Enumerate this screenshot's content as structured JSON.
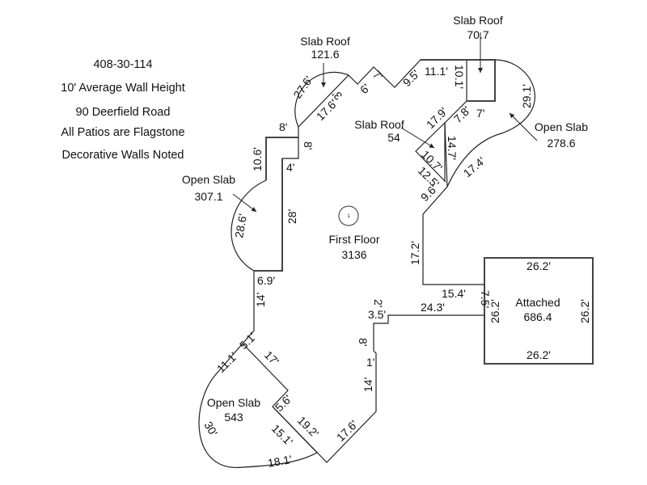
{
  "notes": {
    "parcel_id": "408-30-114",
    "wall_height": "10' Average Wall Height",
    "address": "90 Deerfield Road",
    "patios": "All Patios are Flagstone",
    "decorative": "Decorative Walls Noted"
  },
  "areas": {
    "first_floor": {
      "name": "First Floor",
      "value": "3136"
    },
    "attached": {
      "name": "Attached",
      "value": "686.4"
    },
    "slab_roof_1": {
      "name": "Slab Roof",
      "value": "121.6"
    },
    "slab_roof_2": {
      "name": "Slab Roof",
      "value": "70.7"
    },
    "slab_roof_3": {
      "name": "Slab Roof",
      "value": "54"
    },
    "open_slab_1": {
      "name": "Open Slab",
      "value": "307.1"
    },
    "open_slab_2": {
      "name": "Open Slab",
      "value": "278.6"
    },
    "open_slab_3": {
      "name": "Open Slab",
      "value": "543"
    }
  },
  "floor_marker": "1",
  "dims": {
    "d_8a": "8'",
    "d_8b": "8'",
    "d_10_6": "10.6'",
    "d_4": "4'",
    "d_28": "28'",
    "d_28_6": "28.6'",
    "d_6_9": "6.9'",
    "d_14a": "14'",
    "d_27_6": "27.6'",
    "d_17_6a": "17.6'",
    "d_3": "3'",
    "d_6": "6'",
    "d_7a": "7'",
    "d_9_5": "9.5'",
    "d_11_1a": "11.1'",
    "d_10_1": "10.1'",
    "d_7b": "7'",
    "d_7_8": "7.8'",
    "d_29_1": "29.1'",
    "d_17_9": "17.9'",
    "d_10_7": "10.7'",
    "d_14_7": "14.7'",
    "d_12_5": "12.5'",
    "d_9_6": "9.6'",
    "d_17_4": "17.4'",
    "d_17_2": "17.2'",
    "d_15_4": "15.4'",
    "d_7_5": "7.5'",
    "d_24_3": "24.3'",
    "d_3_5": "3.5'",
    "d_2": "2'",
    "d_8c": "8'",
    "d_1": "1'",
    "d_14b": "14'",
    "d_17_6b": "17.6'",
    "d_26_2_top": "26.2'",
    "d_26_2_bottom": "26.2'",
    "d_26_2_left": "26.2'",
    "d_26_2_right": "26.2'",
    "d_5_1": "5.1'",
    "d_11_1b": "11.1'",
    "d_17": "17'",
    "d_5_6": "5.6'",
    "d_19_2": "19.2'",
    "d_15_1": "15.1'",
    "d_18_1": "18.1'",
    "d_30": "30'"
  }
}
